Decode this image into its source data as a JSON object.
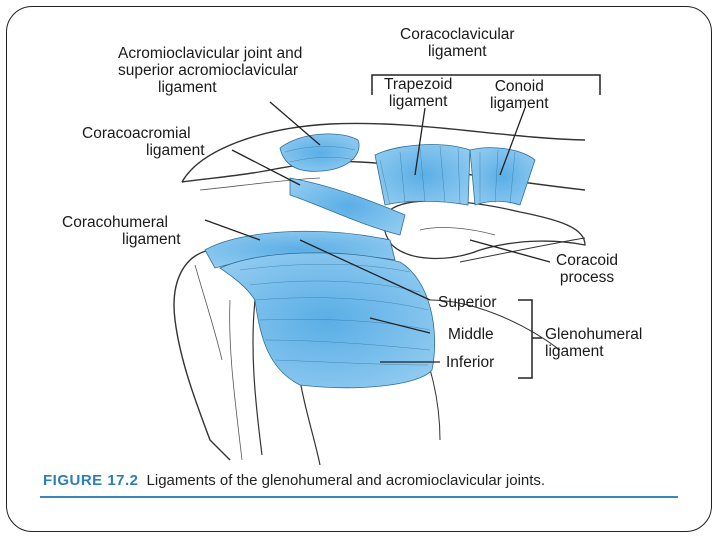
{
  "labels": {
    "ac_joint": [
      "Acromioclavicular joint and",
      "superior acromioclavicular",
      "ligament"
    ],
    "coracoclavicular": [
      "Coracoclavicular",
      "ligament"
    ],
    "trapezoid": [
      "Trapezoid",
      "ligament"
    ],
    "conoid": [
      "Conoid",
      "ligament"
    ],
    "coracoacromial": [
      "Coracoacromial",
      "ligament"
    ],
    "coracohumeral": [
      "Coracohumeral",
      "ligament"
    ],
    "coracoid": [
      "Coracoid",
      "process"
    ],
    "superior": "Superior",
    "middle": "Middle",
    "inferior": "Inferior",
    "glenohumeral": [
      "Glenohumeral",
      "ligament"
    ]
  },
  "caption": {
    "figure_number": "FIGURE 17.2",
    "text": "Ligaments of the glenohumeral and acromioclavicular joints."
  },
  "colors": {
    "ligament_fill": "#6ab8ea",
    "ligament_light": "#bfe2f7",
    "line": "#3a3a3a",
    "caption_accent": "#2b7fb8"
  }
}
